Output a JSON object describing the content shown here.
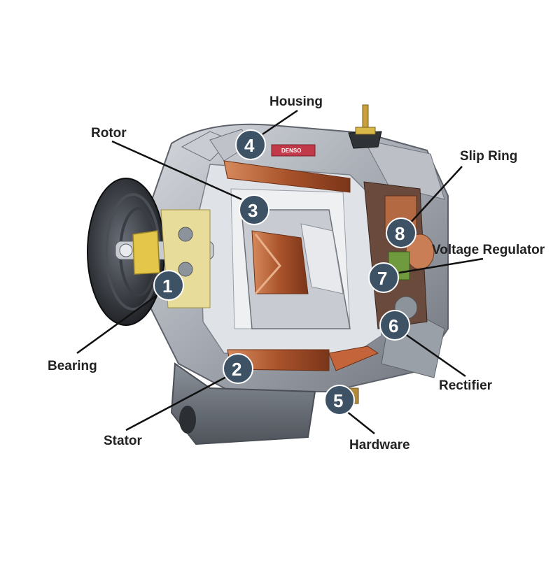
{
  "brand": {
    "logo_text": "DENSO"
  },
  "labels": {
    "housing": "Housing",
    "rotor": "Rotor",
    "slip_ring": "Slip Ring",
    "voltage_regulator": "Voltage Regulator",
    "bearing": "Bearing",
    "rectifier": "Rectifier",
    "stator": "Stator",
    "hardware": "Hardware"
  },
  "markers": {
    "bearing": "1",
    "stator": "2",
    "rotor": "3",
    "housing": "4",
    "hardware": "5",
    "rectifier": "6",
    "voltage_regulator": "7",
    "slip_ring": "8"
  },
  "colors": {
    "marker_fill": "#3e5266",
    "housing_metal": "#a9aeb6",
    "copper_winding": "#b9643a",
    "bearing_yellow": "#e3c64a",
    "leader_line": "#111111"
  }
}
